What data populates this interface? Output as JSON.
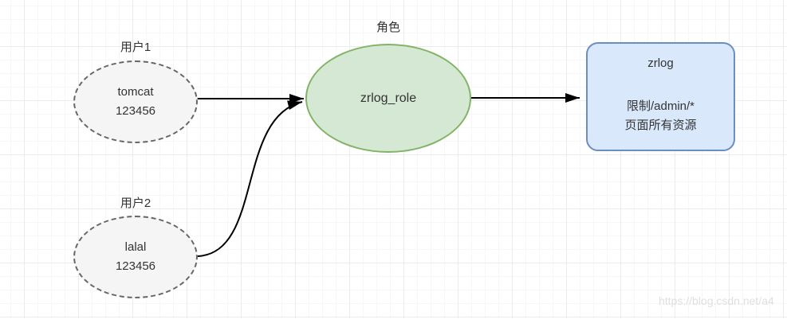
{
  "canvas": {
    "watermark": "https://blog.csdn.net/a4"
  },
  "nodes": {
    "user1": {
      "label": "用户1",
      "line1": "tomcat",
      "line2": "123456"
    },
    "user2": {
      "label": "用户2",
      "line1": "lalal",
      "line2": "123456"
    },
    "role": {
      "label": "角色",
      "name": "zrlog_role"
    },
    "resource": {
      "title": "zrlog",
      "line1": "限制/admin/*",
      "line2": "页面所有资源"
    }
  },
  "edges": [
    {
      "from": "user1",
      "to": "role",
      "type": "straight-arrow"
    },
    {
      "from": "user2",
      "to": "role",
      "type": "curved-arrow"
    },
    {
      "from": "role",
      "to": "resource",
      "type": "straight-arrow"
    }
  ],
  "colors": {
    "user_fill": "#f5f5f5",
    "user_border": "#666666",
    "role_fill": "#d5e8d4",
    "role_border": "#82b366",
    "resource_fill": "#dae8fc",
    "resource_border": "#6c8ebf",
    "arrow": "#000000",
    "grid_major": "#ececec",
    "grid_minor": "#f7f7f7"
  }
}
